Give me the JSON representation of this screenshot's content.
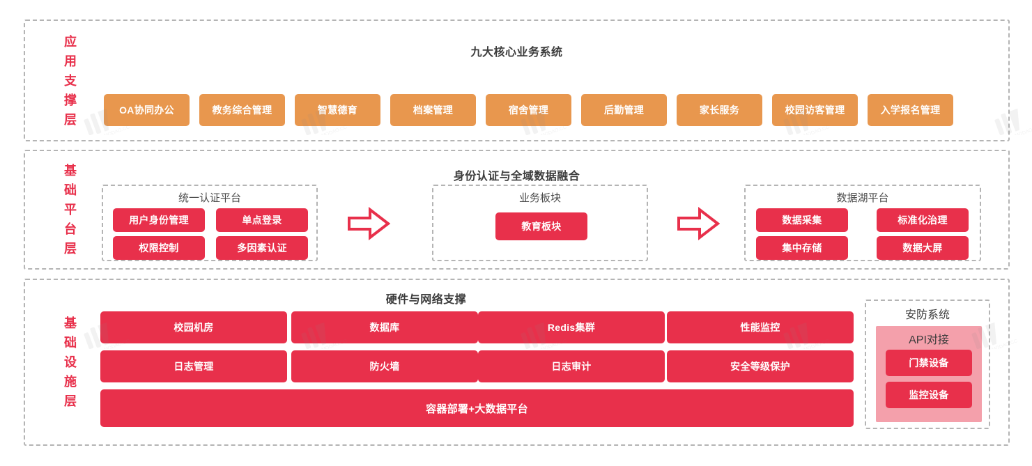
{
  "colors": {
    "orange": "#e8974e",
    "red": "#e8304b",
    "pink_panel": "#f4a0ab",
    "dashed_border": "#b4b4b4",
    "title_text": "#3c3c3c",
    "layer_label": "#e8304b"
  },
  "layers": [
    {
      "id": "application-support",
      "label_chars": [
        "应",
        "用",
        "支",
        "撑",
        "层"
      ],
      "title": "九大核心业务系统",
      "items": [
        "OA协同办公",
        "教务综合管理",
        "智慧德育",
        "档案管理",
        "宿舍管理",
        "后勤管理",
        "家长服务",
        "校园访客管理",
        "入学报名管理"
      ]
    },
    {
      "id": "base-platform",
      "label_chars": [
        "基",
        "础",
        "平",
        "台",
        "层"
      ],
      "title": "身份认证与全域数据融合",
      "groups": [
        {
          "id": "unified-auth-platform",
          "title": "统一认证平台",
          "items": [
            "用户身份管理",
            "单点登录",
            "权限控制",
            "多因素认证"
          ]
        },
        {
          "id": "business-module",
          "title": "业务板块",
          "items": [
            "教育板块"
          ]
        },
        {
          "id": "data-lake-platform",
          "title": "数据湖平台",
          "items": [
            "数据采集",
            "标准化治理",
            "集中存储",
            "数据大屏"
          ]
        }
      ],
      "arrows": [
        "arrow-right-icon",
        "arrow-right-icon"
      ]
    },
    {
      "id": "infrastructure",
      "label_chars": [
        "基",
        "础",
        "设",
        "施",
        "层"
      ],
      "title": "硬件与网络支撑",
      "row1": [
        "校园机房",
        "数据库",
        "Redis集群",
        "性能监控"
      ],
      "row2": [
        "日志管理",
        "防火墙",
        "日志审计",
        "安全等级保护"
      ],
      "wide_bar": "容器部署+大数据平台",
      "security": {
        "title": "安防系统",
        "api_title": "API对接",
        "items": [
          "门禁设备",
          "监控设备"
        ]
      }
    }
  ]
}
